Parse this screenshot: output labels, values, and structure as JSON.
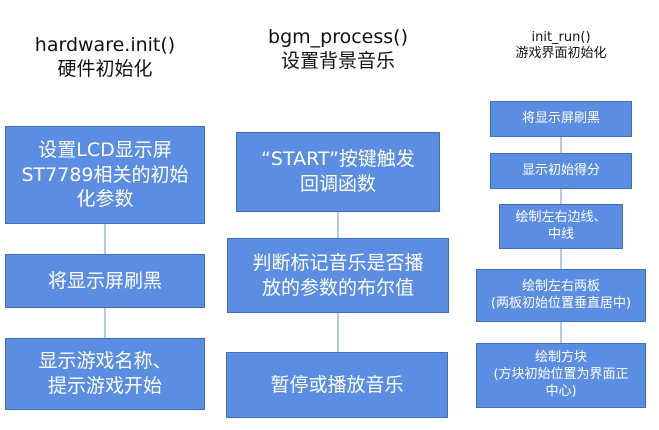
{
  "columns": [
    {
      "title": [
        "hardware.init()",
        "硬件初始化"
      ],
      "steps": [
        [
          "设置LCD显示屏",
          "ST7789相关的初始",
          "化参数"
        ],
        [
          "将显示屏刷黑"
        ],
        [
          "显示游戏名称、",
          "提示游戏开始"
        ]
      ]
    },
    {
      "title": [
        "bgm_process()",
        "设置背景音乐"
      ],
      "steps": [
        [
          "“START”按键触发",
          "回调函数"
        ],
        [
          "判断标记音乐是否播",
          "放的参数的布尔值"
        ],
        [
          "暂停或播放音乐"
        ]
      ]
    },
    {
      "title": [
        "init_run()",
        "游戏界面初始化"
      ],
      "steps": [
        [
          "将显示屏刷黑"
        ],
        [
          "显示初始得分"
        ],
        [
          "绘制左右边线、",
          "中线"
        ],
        [
          "绘制左右两板",
          "(两板初始位置垂直居中)"
        ],
        [
          "绘制方块",
          "(方块初始位置为界面正",
          "中心)"
        ]
      ]
    }
  ],
  "colors": {
    "box_fill": "#5b8ee3",
    "box_border": "#3f6fbf",
    "connector": "#8eaadb",
    "text": "#111111"
  }
}
